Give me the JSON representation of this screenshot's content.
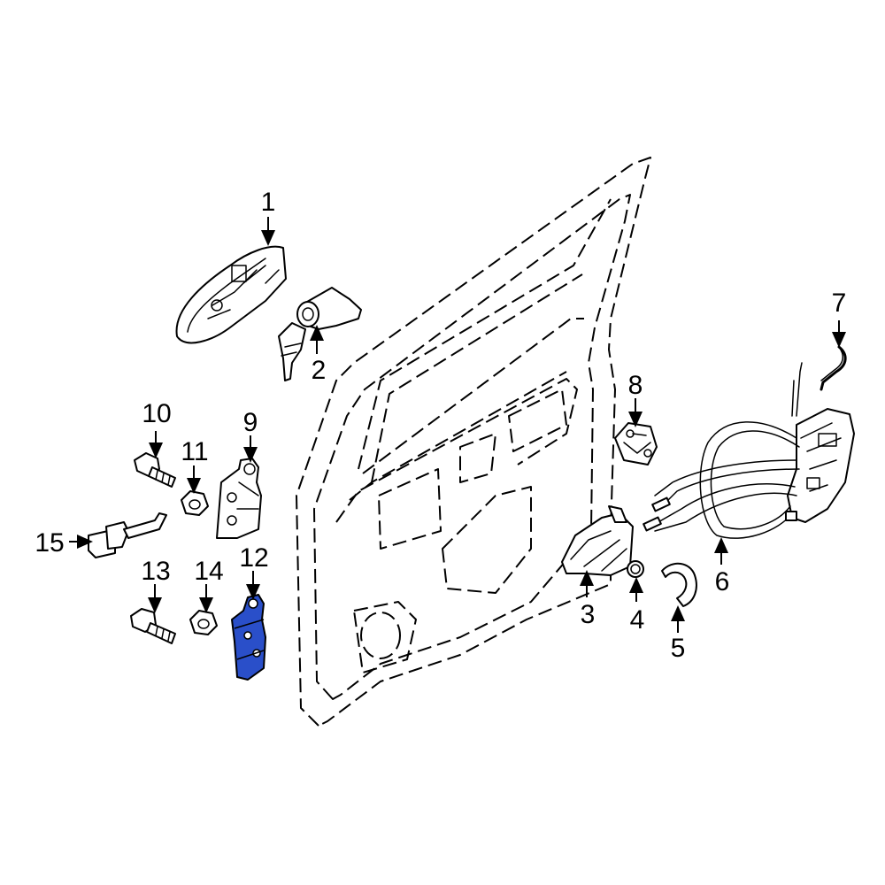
{
  "highlight_color": "#2a4fc9",
  "callouts": {
    "c1": "1",
    "c2": "2",
    "c3": "3",
    "c4": "4",
    "c5": "5",
    "c6": "6",
    "c7": "7",
    "c8": "8",
    "c9": "9",
    "c10": "10",
    "c11": "11",
    "c12": "12",
    "c13": "13",
    "c14": "14",
    "c15": "15"
  },
  "highlighted_part": "12"
}
